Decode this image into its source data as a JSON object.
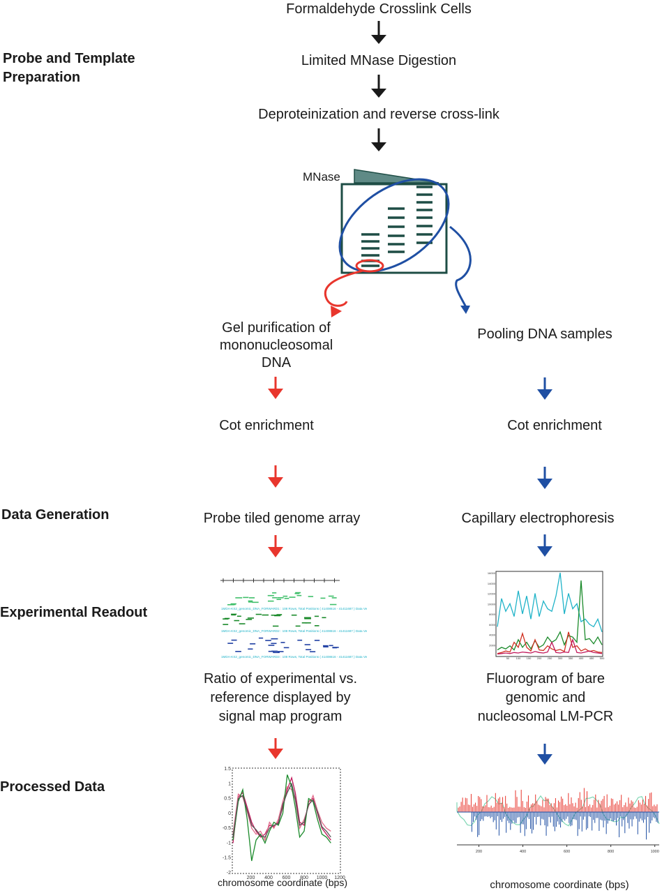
{
  "steps": {
    "crosslink": "Formaldehyde Crosslink Cells",
    "mnase_digest": "Limited MNase Digestion",
    "deprotein": "Deproteinization and reverse cross-link",
    "gel_label": "MNase"
  },
  "left": {
    "gel_purification": [
      "Gel purification of",
      "mononucleosomal",
      "DNA"
    ],
    "cot": "Cot enrichment",
    "array": "Probe tiled genome array",
    "ratio": [
      "Ratio of experimental vs.",
      "reference displayed by",
      "signal map program"
    ],
    "axis_caption": "chromosome coordinate (bps)"
  },
  "right": {
    "pooling": "Pooling DNA samples",
    "cot": "Cot enrichment",
    "capillary": "Capillary electrophoresis",
    "fluorogram": [
      "Fluorogram of bare",
      "genomic and",
      "nucleosomal LM-PCR"
    ],
    "axis_caption": "chromosome coordinate (bps)"
  },
  "stages": {
    "probe_template": [
      "Probe and Template",
      "Preparation"
    ],
    "data_generation": "Data Generation",
    "experimental_readout": "Experimental Readout",
    "processed_data": "Processed Data"
  },
  "array_rows": [
    "1MDA-KS2_genomic_DNA_FORWARD1 : 108 Rows, Total Positions ( 41408616 - 41411687 ) Data Ve",
    "1MDA-KS2_genomic_DNA_FORWARD2 : 108 Rows, Total Positions ( 41408616 - 41411687 ) Data Ve",
    "1MDA-KS2_genomic_DNA_FORWARD3 : 108 Rows, Total Positions ( 41408616 - 41411687 ) Data Ve"
  ],
  "colors": {
    "black_arrow": "#1a1a1a",
    "red": "#e8362d",
    "blue": "#1f4fa3",
    "gel": "#1e4d45",
    "gel_wedge": "#5f8a86",
    "cyan": "#1fb3c8",
    "green": "#1a8a2a",
    "magenta": "#c2185b"
  },
  "chart_data": [
    {
      "type": "line",
      "x_ticks": [
        "200",
        "400",
        "600",
        "800",
        "1000",
        "1200"
      ],
      "y_ticks": [
        "1.5",
        "1",
        "0.5",
        "0",
        "-0.5",
        "-1",
        "-1.5",
        "-2"
      ],
      "xlim": [
        0,
        1200
      ],
      "ylim": [
        -2,
        1.5
      ],
      "xlabel": "chromosome coordinate (bps)",
      "series": [
        {
          "x": [
            0,
            60,
            110,
            160,
            210,
            260,
            310,
            360,
            410,
            460,
            510,
            560,
            610,
            660,
            700,
            750,
            800,
            850,
            900,
            950,
            1000,
            1050,
            1100
          ],
          "y": [
            -1.0,
            0.55,
            0.7,
            0.2,
            -0.3,
            -0.6,
            -0.8,
            -0.7,
            -0.4,
            -0.45,
            -0.3,
            0.2,
            0.8,
            1.2,
            0.7,
            -0.3,
            -0.4,
            0.4,
            0.5,
            0.0,
            -0.5,
            -0.7,
            -0.9
          ]
        },
        {
          "x": [
            0,
            60,
            110,
            160,
            210,
            260,
            310,
            360,
            410,
            460,
            510,
            560,
            610,
            660,
            700,
            750,
            800,
            850,
            900,
            950,
            1000,
            1050,
            1100
          ],
          "y": [
            -0.7,
            0.65,
            0.55,
            0.05,
            -0.5,
            -0.7,
            -0.6,
            -0.9,
            -0.3,
            -0.5,
            -0.2,
            0.4,
            0.9,
            0.8,
            0.45,
            -0.5,
            -0.2,
            0.25,
            0.6,
            0.1,
            -0.3,
            -0.5,
            -0.6
          ]
        },
        {
          "x": [
            0,
            60,
            110,
            160,
            210,
            260,
            310,
            360,
            410,
            460,
            510,
            560,
            610,
            660,
            700,
            750,
            800,
            850,
            900,
            950,
            1000,
            1050,
            1100
          ],
          "y": [
            -0.9,
            0.4,
            0.8,
            -0.2,
            -1.6,
            -0.9,
            -0.7,
            -1.0,
            -0.6,
            -0.3,
            -0.4,
            0.0,
            1.3,
            0.9,
            0.2,
            -0.8,
            -0.6,
            0.5,
            0.4,
            -0.2,
            -0.7,
            -0.8,
            -1.0
          ]
        },
        {
          "x": [
            0,
            60,
            110,
            160,
            210,
            260,
            310,
            360,
            410,
            460,
            510,
            560,
            610,
            660,
            700,
            750,
            800,
            850,
            900,
            950,
            1000,
            1050,
            1100
          ],
          "y": [
            -0.8,
            0.5,
            0.6,
            0.1,
            -0.4,
            -0.55,
            -0.75,
            -0.8,
            -0.5,
            -0.4,
            -0.35,
            0.3,
            0.7,
            1.0,
            0.5,
            -0.4,
            -0.3,
            0.3,
            0.45,
            0.05,
            -0.45,
            -0.6,
            -0.8
          ]
        }
      ]
    },
    {
      "type": "line",
      "x_ticks": [
        "50",
        "100",
        "150",
        "200",
        "250",
        "300",
        "350",
        "400",
        "450",
        "500"
      ],
      "y_ticks": [
        "16000",
        "14000",
        "12000",
        "10000",
        "8000",
        "6000",
        "4000",
        "2000"
      ],
      "xlim": [
        0,
        500
      ],
      "ylim": [
        0,
        16000
      ],
      "series": [
        {
          "x": [
            0,
            20,
            40,
            60,
            80,
            100,
            120,
            140,
            160,
            180,
            200,
            220,
            240,
            260,
            280,
            300,
            320,
            340,
            360,
            380,
            400,
            420,
            440,
            460,
            480,
            500
          ],
          "y": [
            5500,
            11000,
            8500,
            10000,
            7500,
            12500,
            8000,
            11500,
            7000,
            12000,
            7500,
            10500,
            9000,
            8500,
            11500,
            16000,
            8000,
            12000,
            9000,
            10000,
            6500,
            7000,
            6000,
            5500,
            7000,
            4500
          ]
        },
        {
          "x": [
            0,
            20,
            40,
            60,
            80,
            100,
            120,
            140,
            160,
            180,
            200,
            220,
            240,
            260,
            280,
            300,
            320,
            340,
            360,
            380,
            400,
            420,
            440,
            460,
            480,
            500
          ],
          "y": [
            1000,
            1500,
            1200,
            1800,
            1000,
            3000,
            1500,
            2500,
            1200,
            2800,
            1500,
            2000,
            3500,
            2500,
            3000,
            4500,
            2000,
            3800,
            3500,
            2500,
            14500,
            3000,
            3200,
            2200,
            3500,
            2000
          ]
        },
        {
          "x": [
            0,
            20,
            40,
            60,
            80,
            100,
            120,
            140,
            160,
            180,
            200,
            220,
            240,
            260,
            280,
            300,
            320,
            340,
            360,
            380,
            400,
            420,
            440,
            460,
            480,
            500
          ],
          "y": [
            300,
            500,
            800,
            600,
            2500,
            1500,
            4200,
            1500,
            800,
            3000,
            1000,
            900,
            1800,
            1200,
            900,
            1100,
            700,
            4500,
            1500,
            1800,
            800,
            1200,
            700,
            900,
            600,
            500
          ]
        },
        {
          "x": [
            0,
            20,
            40,
            60,
            80,
            100,
            120,
            140,
            160,
            180,
            200,
            220,
            240,
            260,
            280,
            300,
            320,
            340,
            360,
            380,
            400,
            420,
            440,
            460,
            480,
            500
          ],
          "y": [
            200,
            300,
            400,
            300,
            500,
            400,
            600,
            500,
            400,
            700,
            500,
            400,
            600,
            2500,
            500,
            400,
            600,
            500,
            3000,
            500,
            400,
            600,
            800,
            500,
            400,
            300
          ]
        }
      ]
    },
    {
      "type": "bar",
      "x_ticks": [
        "200",
        "400",
        "600",
        "800",
        "1000"
      ],
      "xlim": [
        100,
        1020
      ],
      "ylim": [
        -1,
        1
      ]
    }
  ]
}
